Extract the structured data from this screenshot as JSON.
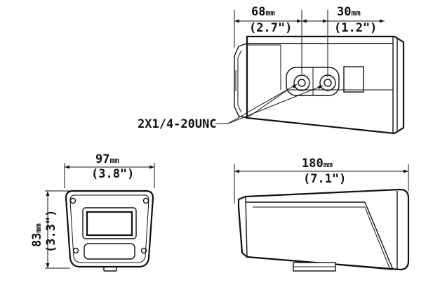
{
  "dimensions": {
    "top_view_length_1": {
      "value": "68",
      "unit": "mm",
      "imperial": "(2.7\")"
    },
    "top_view_length_2": {
      "value": "30",
      "unit": "mm",
      "imperial": "(1.2\")"
    },
    "front_view_width": {
      "value": "97",
      "unit": "mm",
      "imperial": "(3.8\")"
    },
    "front_view_height": {
      "value": "83",
      "unit": "mm",
      "imperial": "(3.3\")"
    },
    "side_view_length": {
      "value": "180",
      "unit": "mm",
      "imperial": "(7.1\")"
    }
  },
  "callouts": {
    "mount_thread": "2X1/4-20UNC"
  }
}
